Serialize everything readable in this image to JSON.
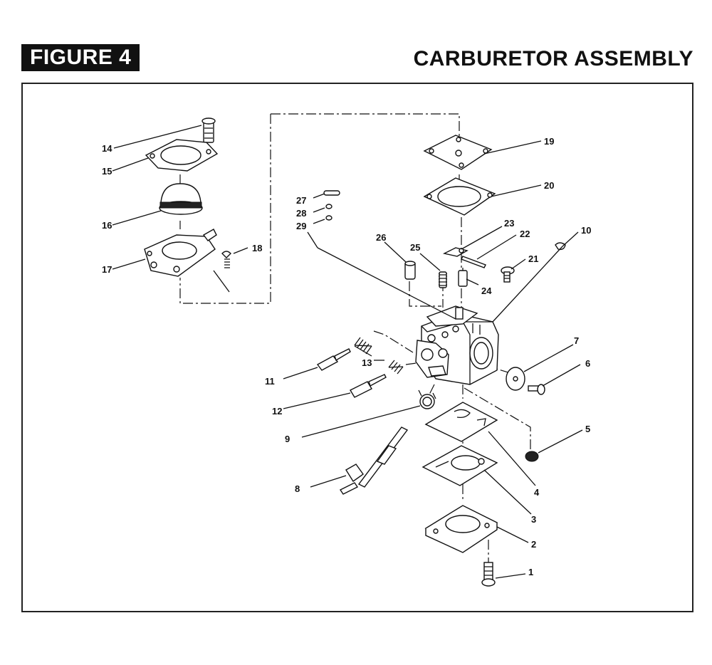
{
  "header": {
    "figure_label": "FIGURE 4",
    "title": "CARBURETOR ASSEMBLY"
  },
  "labels": {
    "p1": "1",
    "p2": "2",
    "p3": "3",
    "p4": "4",
    "p5": "5",
    "p6": "6",
    "p7": "7",
    "p8": "8",
    "p9": "9",
    "p10": "10",
    "p11": "11",
    "p12": "12",
    "p13": "13",
    "p14": "14",
    "p15": "15",
    "p16": "16",
    "p17": "17",
    "p18": "18",
    "p19": "19",
    "p20": "20",
    "p21": "21",
    "p22": "22",
    "p23": "23",
    "p24": "24",
    "p25": "25",
    "p26": "26",
    "p27": "27",
    "p28": "28",
    "p29": "29"
  }
}
